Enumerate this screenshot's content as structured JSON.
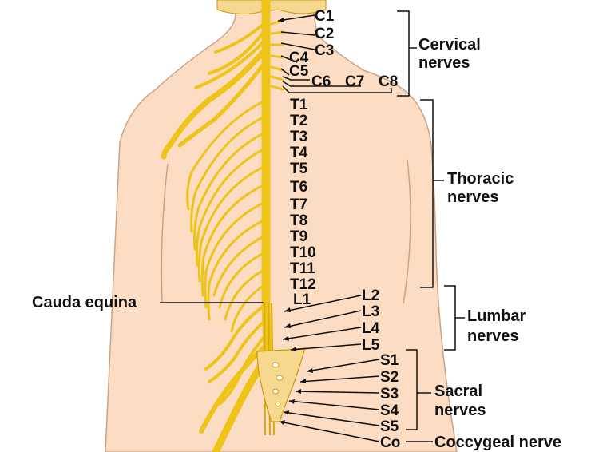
{
  "colors": {
    "skin": "#FCDCC2",
    "skin_outline": "#C9A487",
    "nerve": "#EFC418",
    "nerve_dark": "#C99A0B",
    "bone": "#F6D98F",
    "text": "#111111"
  },
  "labels": {
    "cervical": [
      "C1",
      "C2",
      "C3",
      "C4",
      "C5",
      "C6",
      "C7",
      "C8"
    ],
    "thoracic": [
      "T1",
      "T2",
      "T3",
      "T4",
      "T5",
      "T6",
      "T7",
      "T8",
      "T9",
      "T10",
      "T11",
      "T12"
    ],
    "lumbar": [
      "L1",
      "L2",
      "L3",
      "L4",
      "L5"
    ],
    "sacral": [
      "S1",
      "S2",
      "S3",
      "S4",
      "S5"
    ],
    "coccygeal": "Co"
  },
  "groups": {
    "cervical": [
      "Cervical",
      "nerves"
    ],
    "thoracic": [
      "Thoracic",
      "nerves"
    ],
    "lumbar": [
      "Lumbar",
      "nerves"
    ],
    "sacral": [
      "Sacral",
      "nerves"
    ],
    "coccygeal": "Coccygeal nerve",
    "cauda_equina": "Cauda equina"
  }
}
